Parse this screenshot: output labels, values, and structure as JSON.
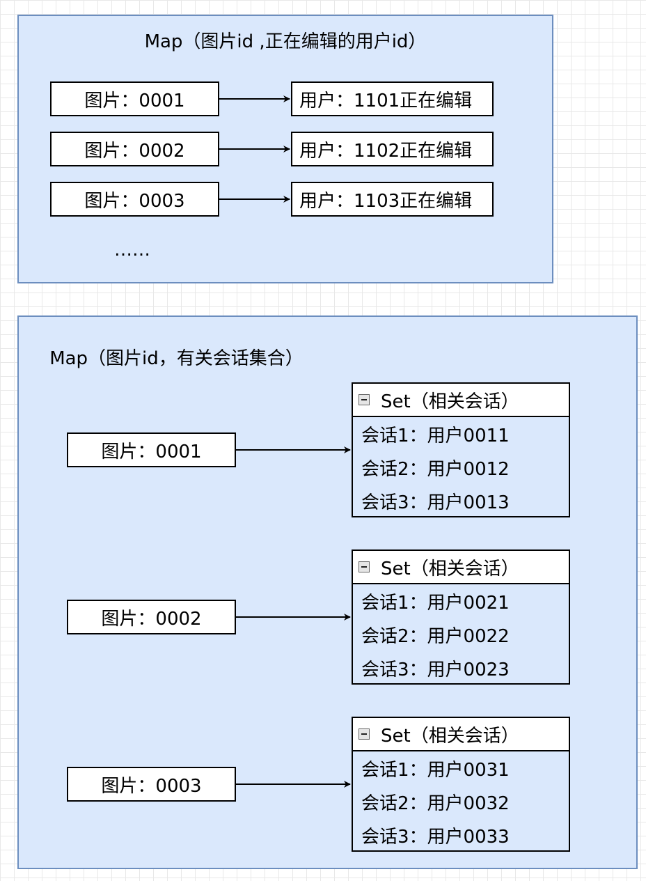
{
  "top_map": {
    "title": "Map（图片id ,正在编辑的用户id）",
    "rows": [
      {
        "key": "图片：0001",
        "value": "用户：1101正在编辑"
      },
      {
        "key": "图片：0002",
        "value": "用户：1102正在编辑"
      },
      {
        "key": "图片：0003",
        "value": "用户：1103正在编辑"
      }
    ],
    "ellipsis": "……"
  },
  "bottom_map": {
    "title": "Map（图片id，有关会话集合）",
    "entries": [
      {
        "key": "图片：0001",
        "set_title": "Set（相关会话）",
        "items": [
          "会话1：用户0011",
          "会话2：用户0012",
          "会话3：用户0013"
        ]
      },
      {
        "key": "图片：0002",
        "set_title": "Set（相关会话）",
        "items": [
          "会话1：用户0021",
          "会话2：用户0022",
          "会话3：用户0023"
        ]
      },
      {
        "key": "图片：0003",
        "set_title": "Set（相关会话）",
        "items": [
          "会话1：用户0031",
          "会话2：用户0032",
          "会话3：用户0033"
        ]
      }
    ]
  },
  "colors": {
    "container_fill": "#dae8fc",
    "container_border": "#6c8ebf",
    "box_fill": "#ffffff",
    "stroke": "#000000"
  }
}
